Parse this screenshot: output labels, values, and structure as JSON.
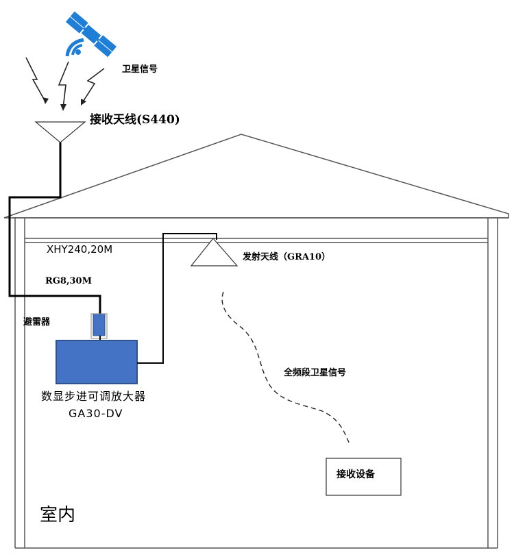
{
  "labels": {
    "satellite_signal": "卫星信号",
    "receive_antenna": "接收天线(S440)",
    "cable_main": "XHY240,20M",
    "transmit_antenna": "发射天线（GRA10）",
    "cable_rg": "RG8,30M",
    "lightning_arrester": "避雷器",
    "full_band_signal": "全频段卫星信号",
    "amplifier_name": "数显步进可调放大器",
    "amplifier_model": "GA30-DV",
    "receiver_device": "接收设备",
    "indoor": "室内"
  },
  "colors": {
    "amplifier_fill": "#4472c4",
    "amplifier_border": "#2f528f",
    "arrester_fill": "#4472c4",
    "satellite_blue": "#1f7fd6",
    "cable": "#000000",
    "house_outline": "#444444"
  },
  "icons": {
    "satellite": "satellite-icon",
    "signal_arrows": "lightning-arrow-icons"
  }
}
